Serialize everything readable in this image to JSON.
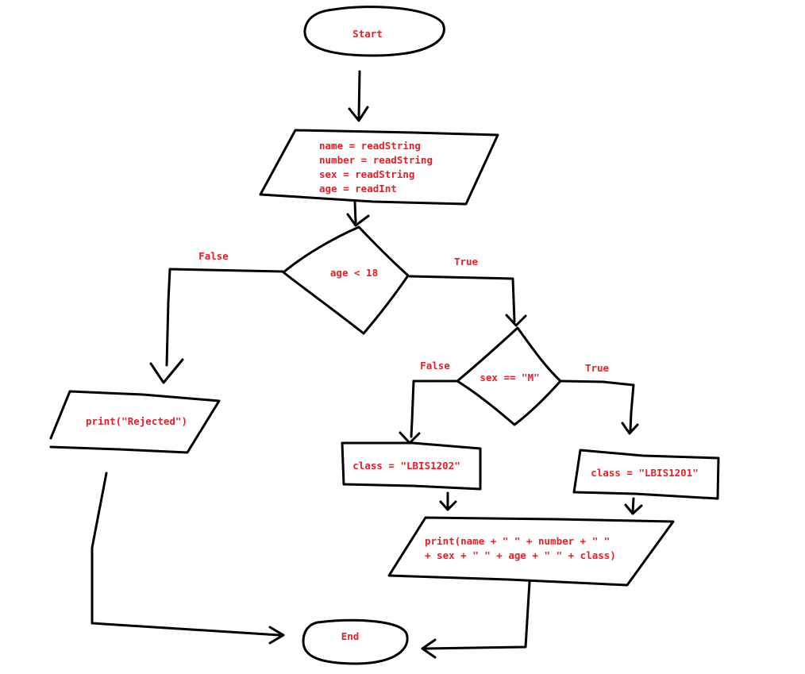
{
  "colors": {
    "ink": "#000000",
    "label": "#ed1c24",
    "background": "#ffffff"
  },
  "nodes": {
    "start": {
      "type": "terminator",
      "text": "Start"
    },
    "input": {
      "type": "io",
      "lines": [
        "name = readString",
        "number = readString",
        "sex = readString",
        "age = readInt"
      ]
    },
    "age_check": {
      "type": "decision",
      "text": "age < 18"
    },
    "rejected": {
      "type": "io",
      "text": "print(\"Rejected\")"
    },
    "sex_check": {
      "type": "decision",
      "text": "sex == \"M\""
    },
    "class_female": {
      "type": "process",
      "text": "class = \"LBIS1202\""
    },
    "class_male": {
      "type": "process",
      "text": "class = \"LBIS1201\""
    },
    "output": {
      "type": "io",
      "lines": [
        "print(name + \" \" + number + \" \"",
        "+ sex + \" \" + age + \" \" + class)"
      ]
    },
    "end": {
      "type": "terminator",
      "text": "End"
    }
  },
  "edges": {
    "age_false": "False",
    "age_true": "True",
    "sex_false": "False",
    "sex_true": "True"
  }
}
